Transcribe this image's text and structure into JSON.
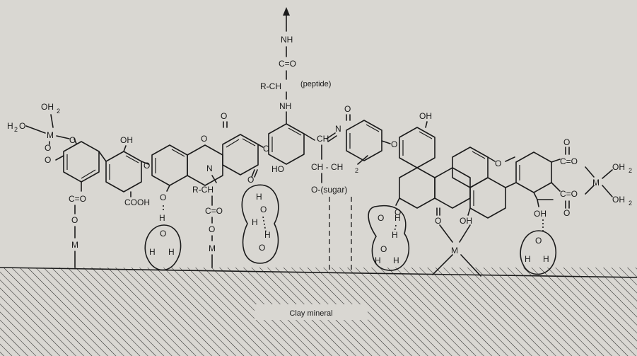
{
  "labels": {
    "peptide": "(peptide)",
    "sugar": "O-(sugar)",
    "clay": "Clay mineral",
    "metal": "M",
    "oxygen": "O",
    "hydrogen": "H",
    "nitrogen": "N",
    "nh": "NH",
    "oh": "OH",
    "oh2": "OH",
    "h2o": "H",
    "cooh": "COOH",
    "ceo": "C=O",
    "rch": "R-CH",
    "ch": "CH",
    "chch2": "CH - CH",
    "ho": "HO",
    "subscript2": "2"
  }
}
